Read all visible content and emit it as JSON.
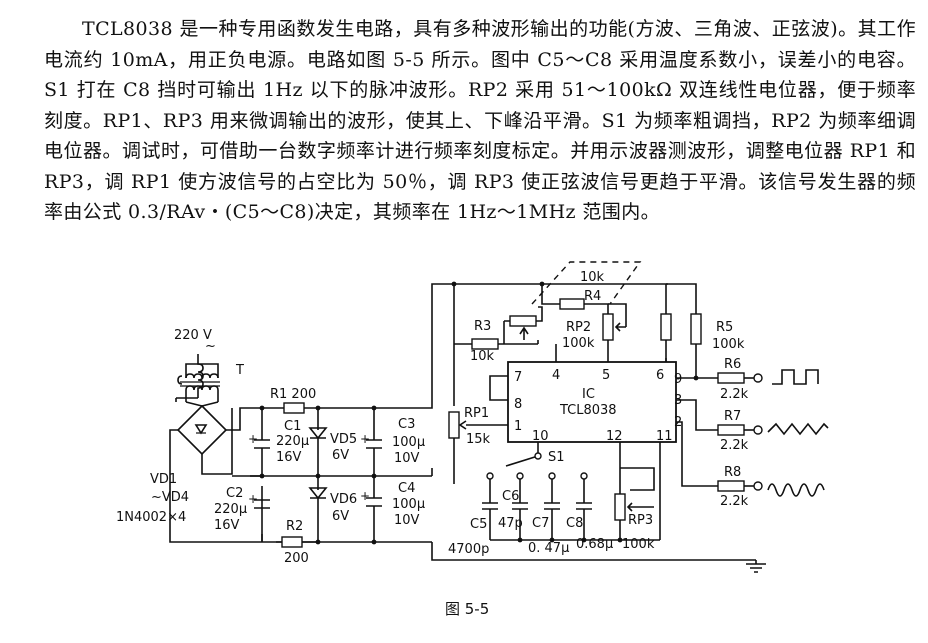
{
  "paragraph": "TCL8038 是一种专用函数发生电路，具有多种波形输出的功能(方波、三角波、正弦波)。其工作电流约 10mA，用正负电源。电路如图 5-5 所示。图中 C5～C8 采用温度系数小，误差小的电容。S1 打在 C8 挡时可输出 1Hz 以下的脉冲波形。RP2 采用 51～100kΩ 双连线性电位器，便于频率刻度。RP1、RP3 用来微调输出的波形，使其上、下峰沿平滑。S1 为频率粗调挡，RP2 为频率细调电位器。调试时，可借助一台数字频率计进行频率刻度标定。并用示波器测波形，调整电位器 RP1 和 RP3，调 RP1 使方波信号的占空比为 50％，调 RP3 使正弦波信号更趋于平滑。该信号发生器的频率由公式 0.3/RAv・(C5～C8)决定，其频率在 1Hz～1MHz 范围内。",
  "labels": {
    "v220": "220 V",
    "tilde": "~",
    "t": "T",
    "r1": "R1 200",
    "c1": "C1",
    "c1_val": "220μ",
    "c1_v": "16V",
    "vd5": "VD5",
    "vd5_v": "6V",
    "c3": "C3",
    "c3_val": "100μ",
    "c3_v": "10V",
    "vd1": "VD1",
    "vd4": "~VD4",
    "bridge": "1N4002×4",
    "c2": "C2",
    "c2_val": "220μ",
    "c2_v": "16V",
    "vd6": "VD6",
    "vd6_v": "6V",
    "c4": "C4",
    "c4_val": "100μ",
    "c4_v": "10V",
    "r2": "R2",
    "r2_val": "200",
    "r4_val": "10k",
    "r4": "R4",
    "r3": "R3",
    "r3_val": "10k",
    "rp2": "RP2",
    "rp2_val": "100k",
    "r5": "R5",
    "r5_val": "100k",
    "r6": "R6",
    "r6_val": "2.2k",
    "r7": "R7",
    "r7_val": "2.2k",
    "r8": "R8",
    "r8_val": "2.2k",
    "rp1": "RP1",
    "rp1_val": "15k",
    "ic": "IC",
    "ic_name": "TCL8038",
    "pin7": "7",
    "pin4": "4",
    "pin5": "5",
    "pin6": "6",
    "pin8": "8",
    "pin1": "1",
    "pin10": "10",
    "pin12": "12",
    "pin11": "11",
    "pin9": "9",
    "pin3": "3",
    "pin2": "2",
    "s1": "S1",
    "c5": "C5",
    "c6": "C6",
    "c6_val": "47p",
    "c7": "C7",
    "c8": "C8",
    "rp3": "RP3",
    "val_4700p": "4700p",
    "val_047": "0. 47μ",
    "val_068": "0.68μ",
    "val_100k": "100k"
  },
  "caption": "图 5-5"
}
